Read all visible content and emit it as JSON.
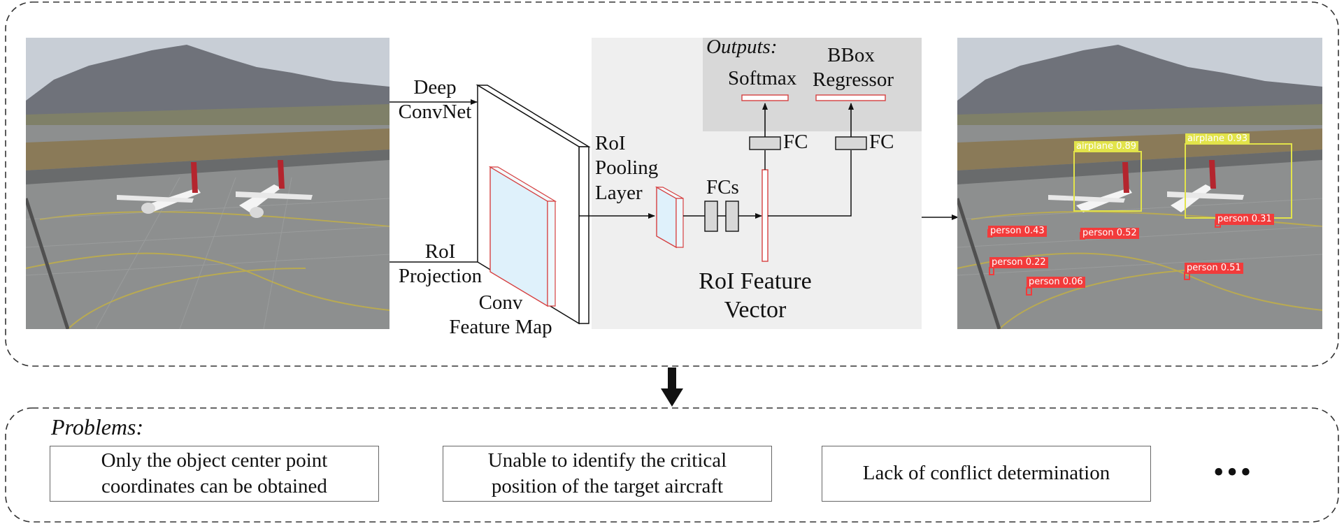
{
  "labels": {
    "deep_convnet": [
      "Deep",
      "ConvNet"
    ],
    "roi_projection": [
      "RoI",
      "Projection"
    ],
    "conv_feature_map": [
      "Conv",
      "Feature Map"
    ],
    "roi_pooling_layer": [
      "RoI",
      "Pooling",
      "Layer"
    ],
    "fcs": "FCs",
    "fc": "FC",
    "outputs": "Outputs:",
    "softmax": "Softmax",
    "bbox_regressor": [
      "BBox",
      "Regressor"
    ],
    "roi_feature_vector": [
      "RoI Feature",
      "Vector"
    ]
  },
  "detections": [
    {
      "label": "airplane 0.89",
      "color": "#e2e34a"
    },
    {
      "label": "airplane 0.93",
      "color": "#e2e34a"
    },
    {
      "label": "person 0.43",
      "color": "#f23b3b"
    },
    {
      "label": "person 0.52",
      "color": "#f23b3b"
    },
    {
      "label": "person 0.31",
      "color": "#f23b3b"
    },
    {
      "label": "person 0.22",
      "color": "#f23b3b"
    },
    {
      "label": "person 0.06",
      "color": "#f23b3b"
    },
    {
      "label": "person 0.51",
      "color": "#f23b3b"
    }
  ],
  "problems": {
    "title": "Problems:",
    "items": [
      [
        "Only the object center point",
        "coordinates can be obtained"
      ],
      [
        "Unable to identify the critical",
        "position of the target aircraft"
      ],
      [
        "Lack of conflict determination"
      ]
    ],
    "more": "•••"
  },
  "colors": {
    "roi_red": "#d64040",
    "feature_fill": "#dff1fb",
    "panel_light": "#efefef",
    "panel_dark": "#d8d8d8",
    "box_yellow": "#e2e34a",
    "box_red": "#f23b3b"
  }
}
